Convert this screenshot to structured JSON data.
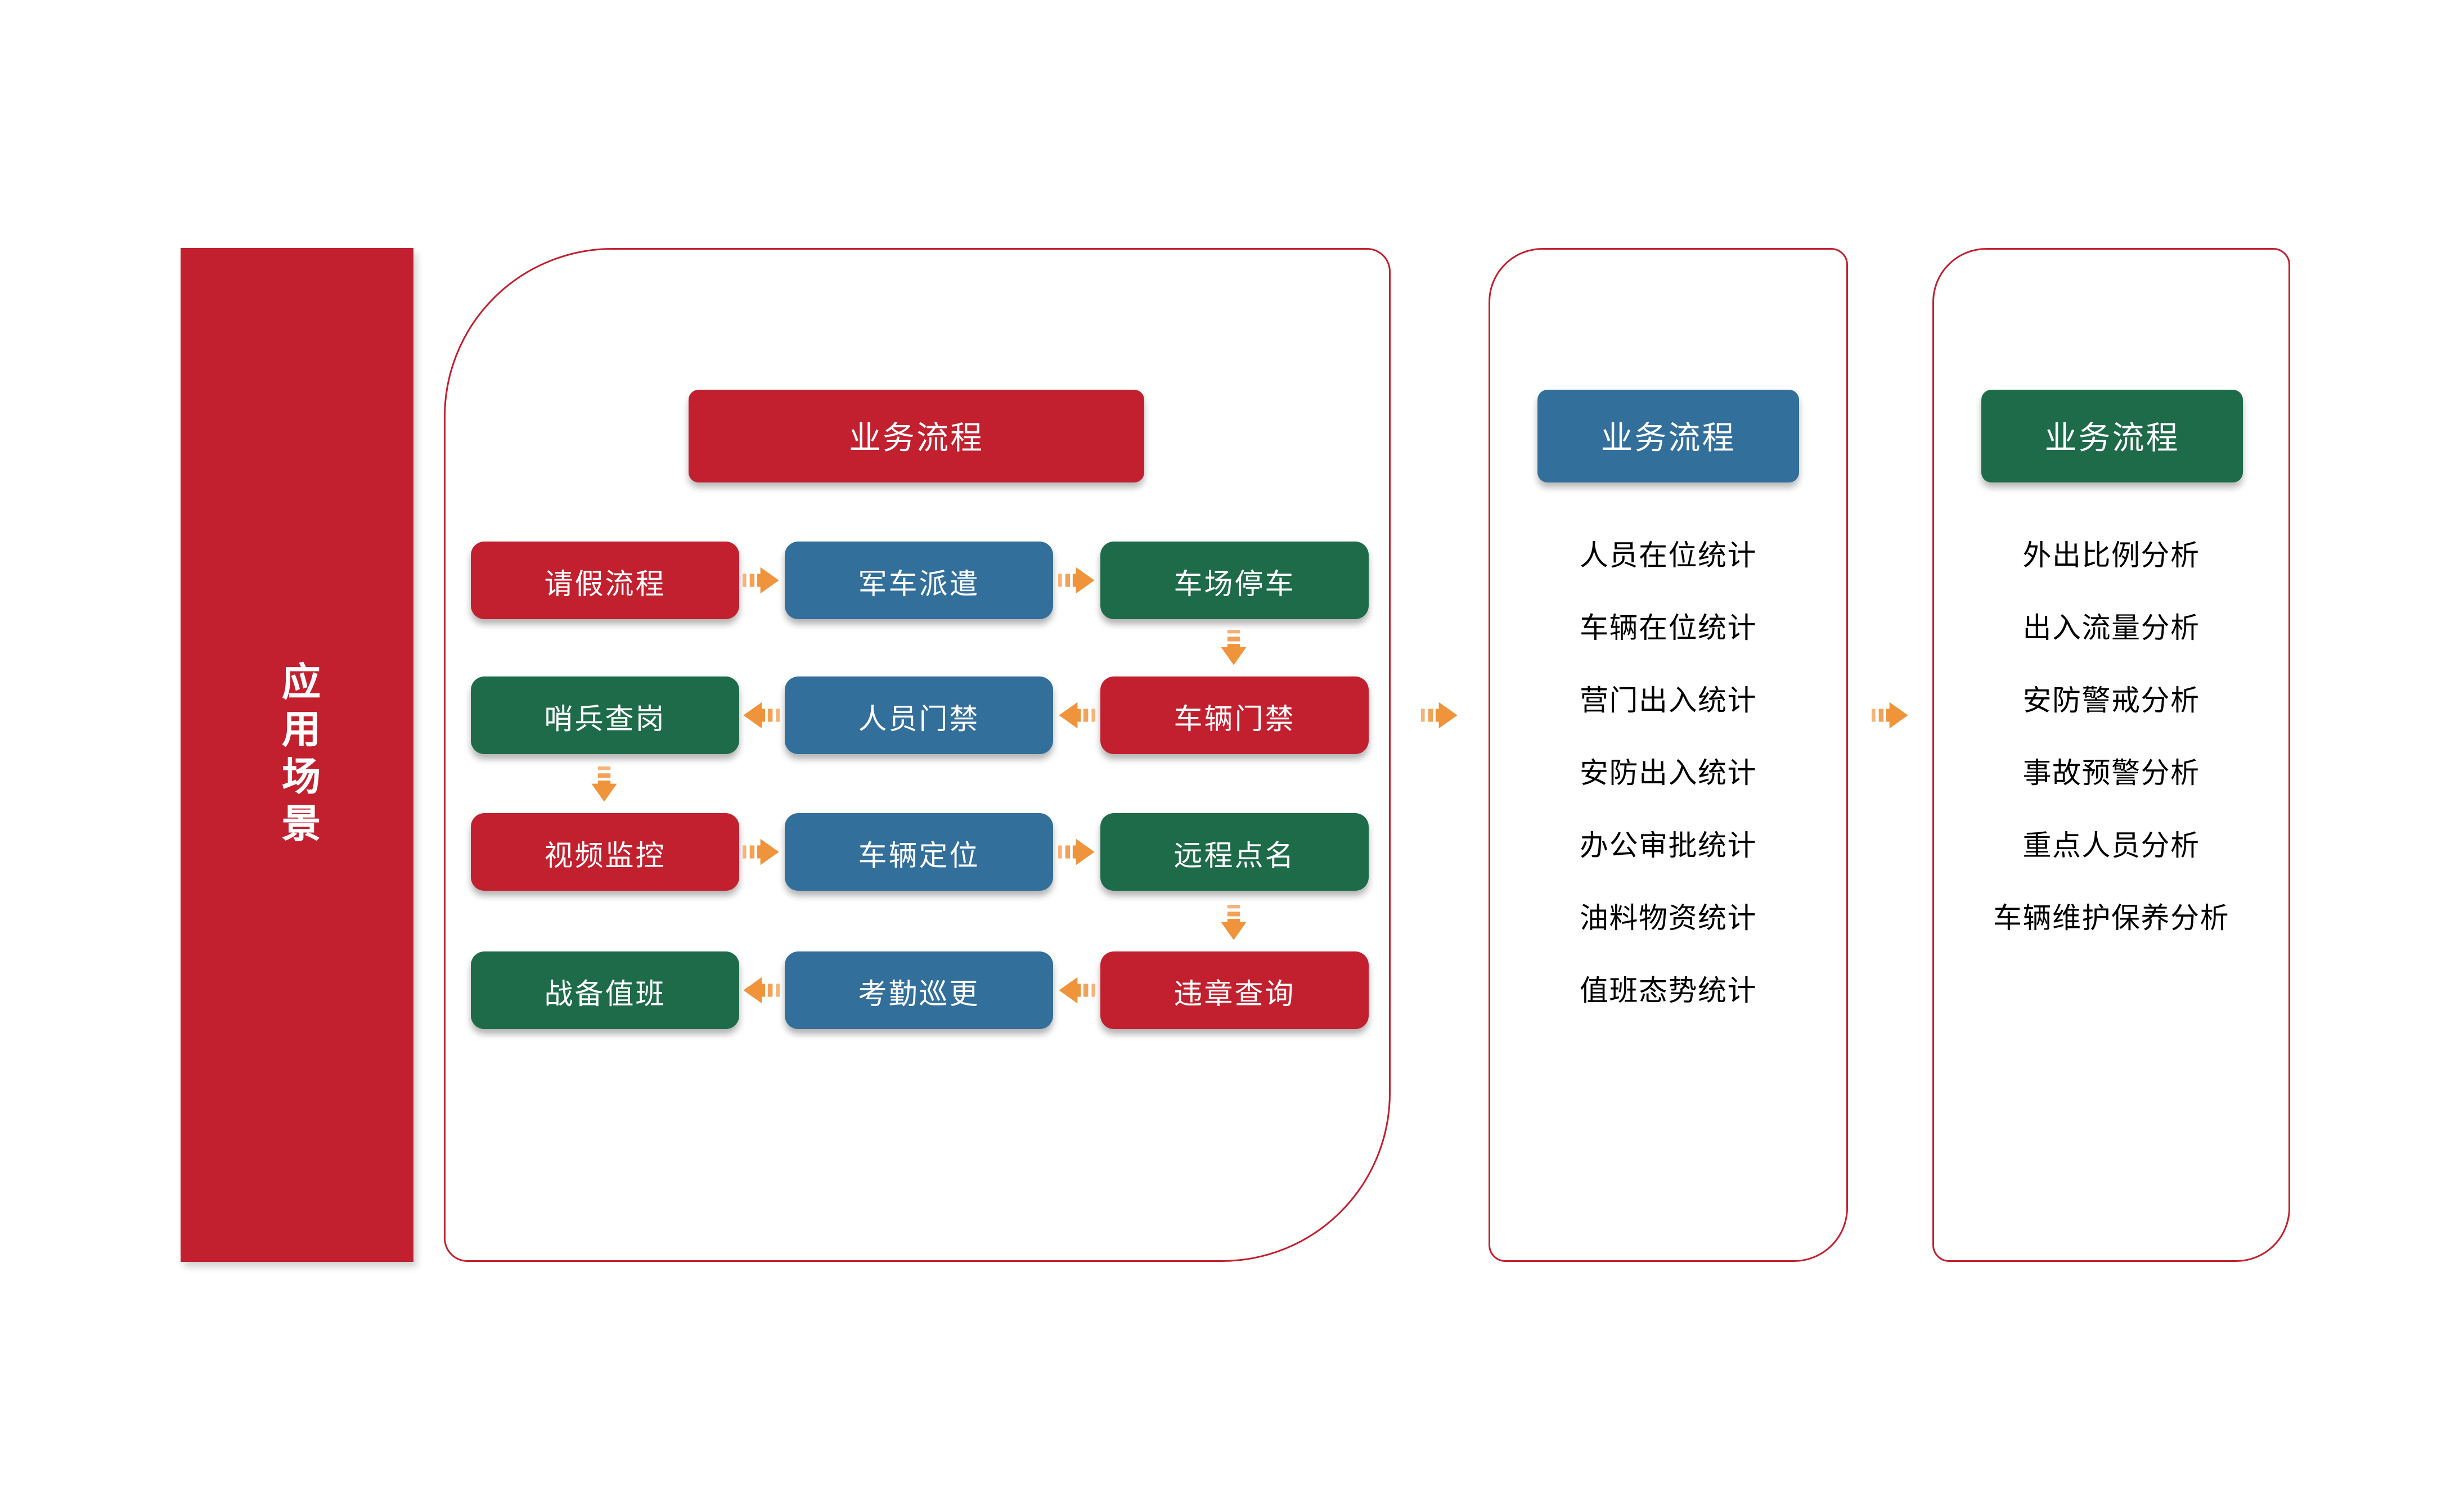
{
  "left_bar": {
    "label": "应用场景",
    "color": "#C2202F"
  },
  "colors": {
    "red": "#C2202F",
    "blue": "#336F9B",
    "green": "#1E6B4A",
    "arrow_orange": "#F0943C",
    "panel_border": "#C2202F",
    "list_text": "#000000"
  },
  "panel_flow": {
    "header": {
      "label": "业务流程",
      "color": "red"
    },
    "grid": [
      [
        {
          "label": "请假流程",
          "color": "red"
        },
        {
          "label": "军车派遣",
          "color": "blue"
        },
        {
          "label": "车场停车",
          "color": "green"
        }
      ],
      [
        {
          "label": "哨兵查岗",
          "color": "green"
        },
        {
          "label": "人员门禁",
          "color": "blue"
        },
        {
          "label": "车辆门禁",
          "color": "red"
        }
      ],
      [
        {
          "label": "视频监控",
          "color": "red"
        },
        {
          "label": "车辆定位",
          "color": "blue"
        },
        {
          "label": "远程点名",
          "color": "green"
        }
      ],
      [
        {
          "label": "战备值班",
          "color": "green"
        },
        {
          "label": "考勤巡更",
          "color": "blue"
        },
        {
          "label": "违章查询",
          "color": "red"
        }
      ]
    ],
    "arrows": [
      {
        "from": "请假流程",
        "to": "军车派遣",
        "direction": "right"
      },
      {
        "from": "军车派遣",
        "to": "车场停车",
        "direction": "right"
      },
      {
        "from": "车场停车",
        "to": "车辆门禁",
        "direction": "down"
      },
      {
        "from": "车辆门禁",
        "to": "人员门禁",
        "direction": "left"
      },
      {
        "from": "人员门禁",
        "to": "哨兵查岗",
        "direction": "left"
      },
      {
        "from": "哨兵查岗",
        "to": "视频监控",
        "direction": "down"
      },
      {
        "from": "视频监控",
        "to": "车辆定位",
        "direction": "right"
      },
      {
        "from": "车辆定位",
        "to": "远程点名",
        "direction": "right"
      },
      {
        "from": "远程点名",
        "to": "违章查询",
        "direction": "down"
      },
      {
        "from": "违章查询",
        "to": "考勤巡更",
        "direction": "left"
      },
      {
        "from": "考勤巡更",
        "to": "战备值班",
        "direction": "left"
      }
    ]
  },
  "panel_stats": {
    "header": {
      "label": "业务流程",
      "color": "blue"
    },
    "items": [
      "人员在位统计",
      "车辆在位统计",
      "营门出入统计",
      "安防出入统计",
      "办公审批统计",
      "油料物资统计",
      "值班态势统计"
    ]
  },
  "panel_analysis": {
    "header": {
      "label": "业务流程",
      "color": "green"
    },
    "items": [
      "外出比例分析",
      "出入流量分析",
      "安防警戒分析",
      "事故预警分析",
      "重点人员分析",
      "车辆维护保养分析"
    ]
  },
  "panel_connectors": [
    {
      "from": "panel_flow",
      "to": "panel_stats",
      "direction": "right"
    },
    {
      "from": "panel_stats",
      "to": "panel_analysis",
      "direction": "right"
    }
  ]
}
